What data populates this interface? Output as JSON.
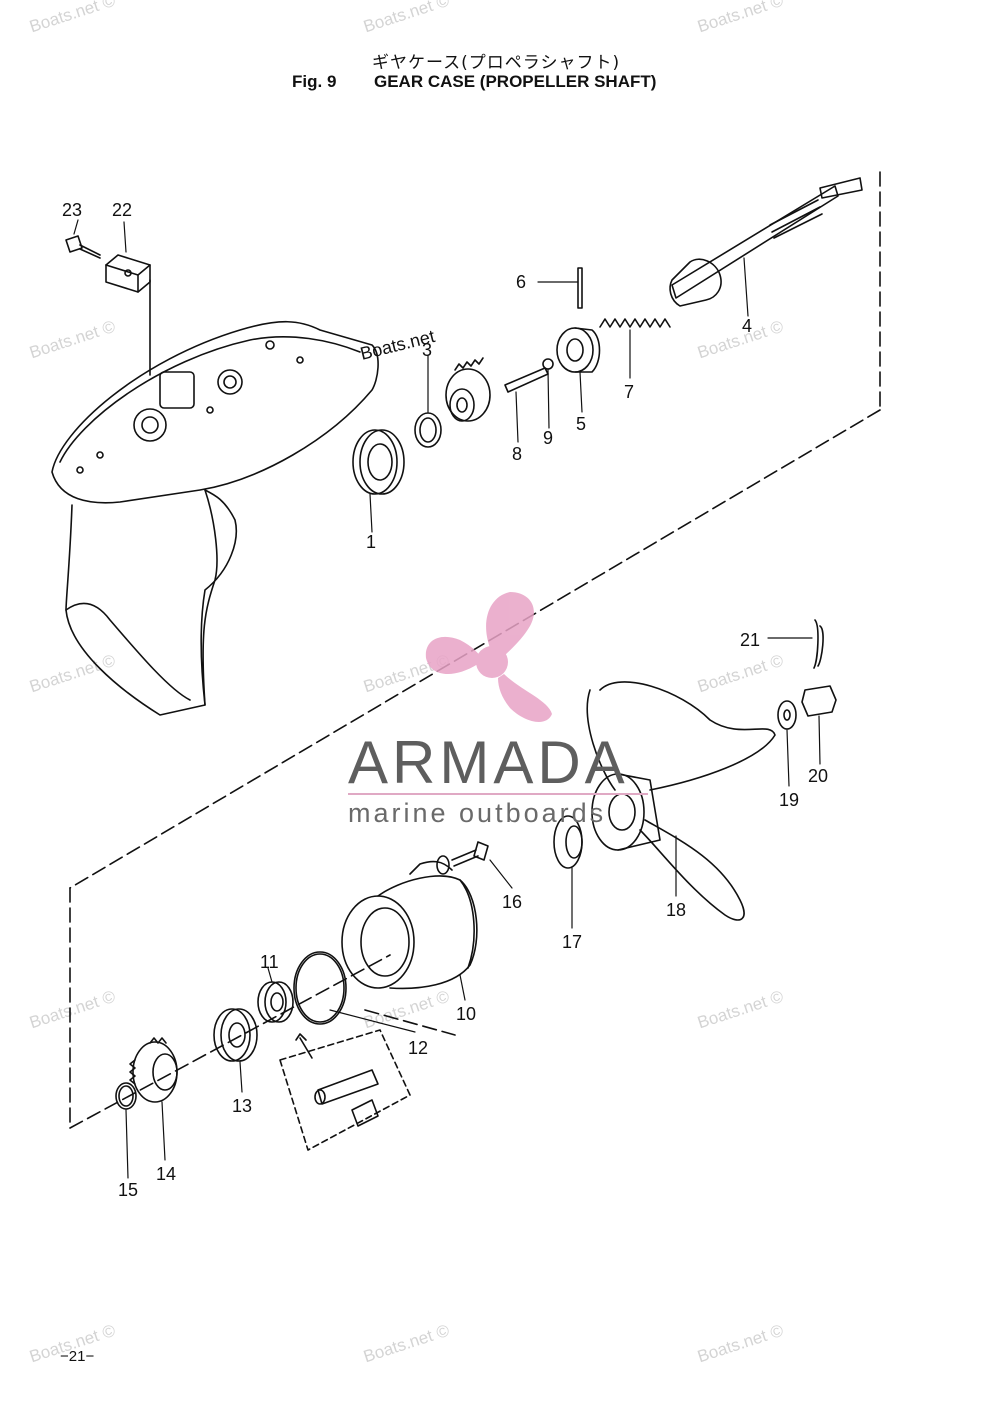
{
  "title": {
    "jp": "ギヤケース(プロペラシャフト)",
    "fig": "Fig. 9",
    "en": "GEAR CASE (PROPELLER SHAFT)"
  },
  "page_number": "−21−",
  "watermark_text": "Boats.net ©",
  "inline_watermark": "Boats.net",
  "brand": {
    "name": "ARMADA",
    "tagline": "marine outboards",
    "logo_color": "#e8a3c6"
  },
  "part_labels": [
    "1",
    "3",
    "4",
    "5",
    "6",
    "7",
    "8",
    "9",
    "10",
    "11",
    "12",
    "13",
    "14",
    "15",
    "16",
    "17",
    "18",
    "19",
    "20",
    "21",
    "22",
    "23"
  ],
  "colors": {
    "line": "#111111",
    "watermark": "#d4d4d4",
    "brand_text": "#5e5e5e",
    "logo": "#e8a3c6"
  }
}
